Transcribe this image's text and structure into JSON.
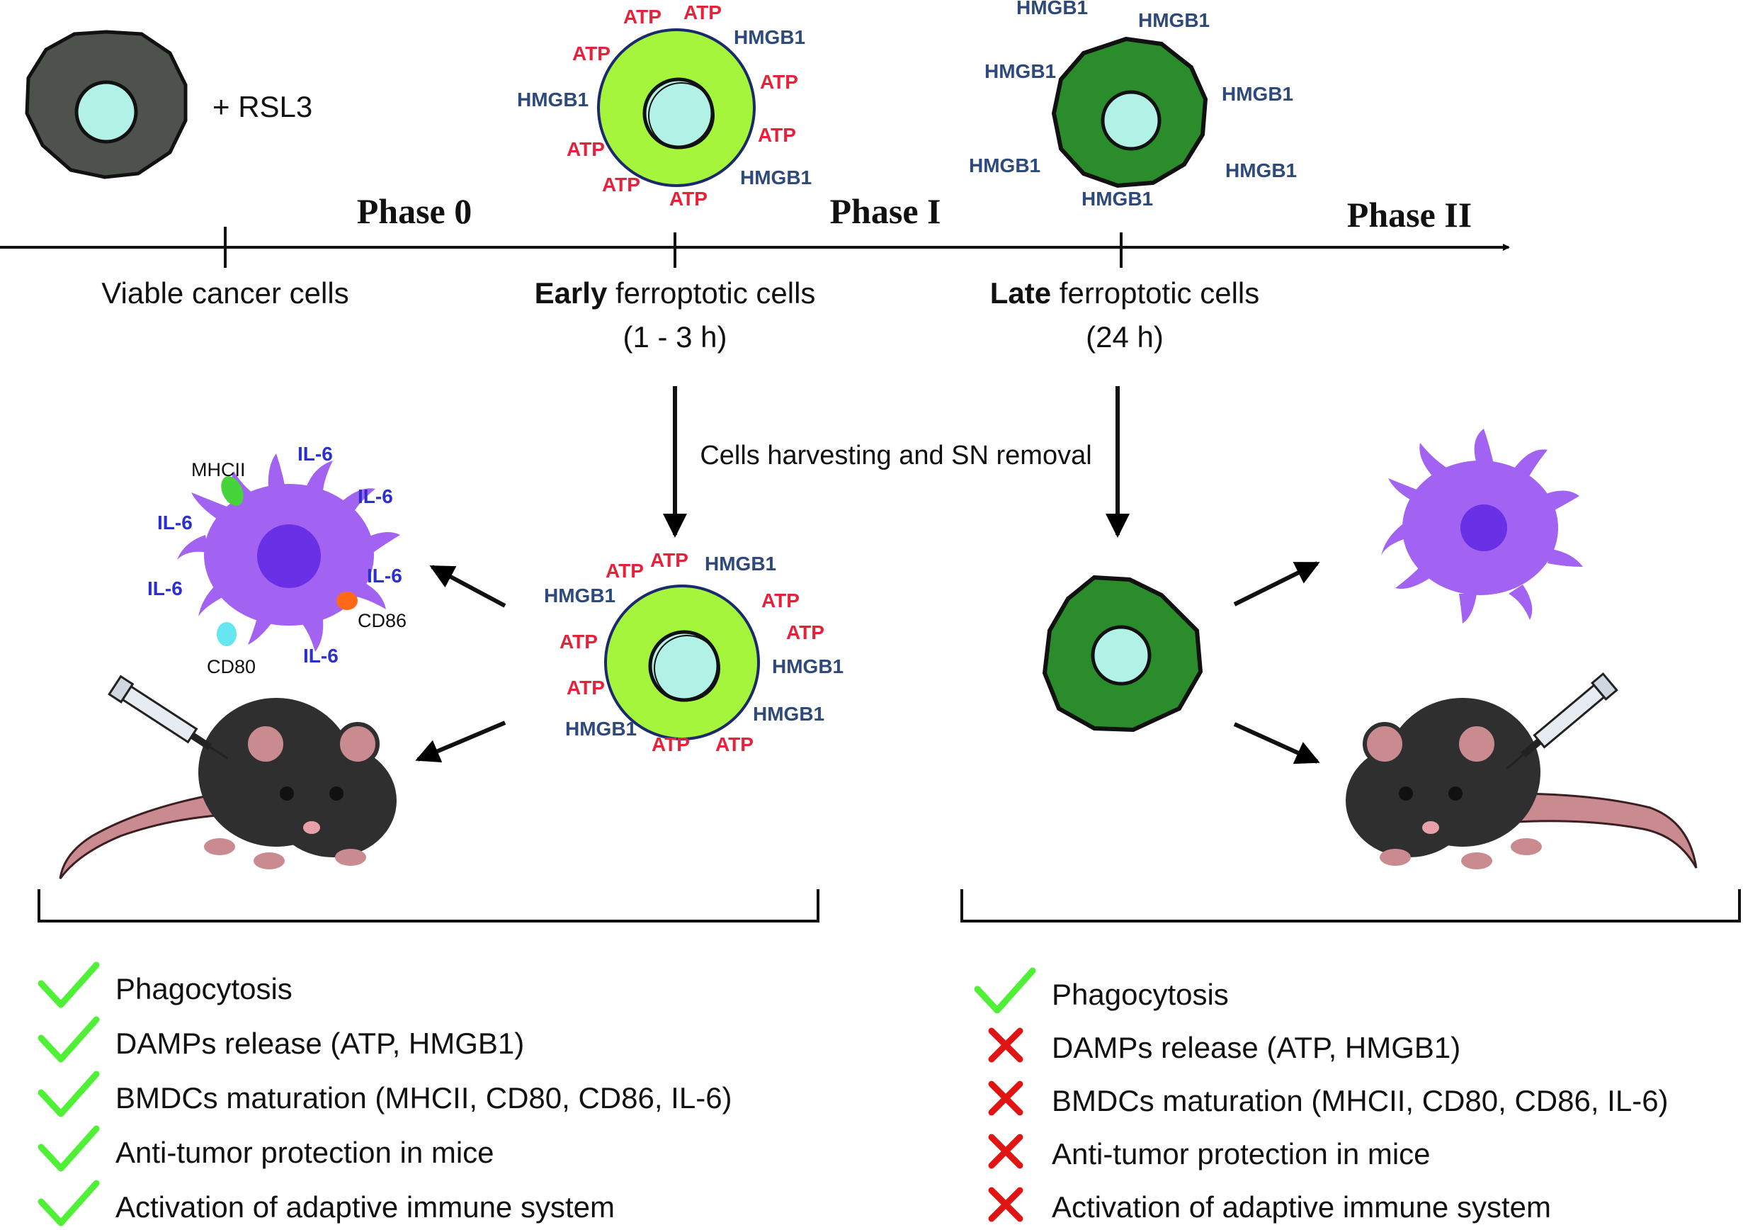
{
  "timeline": {
    "reagent": "+ RSL3",
    "phases": [
      "Phase 0",
      "Phase I",
      "Phase II"
    ],
    "stage0": "Viable cancer cells",
    "stage1_bold": "Early",
    "stage1_rest": " ferroptotic cells",
    "stage1_time": "(1 - 3 h)",
    "stage2_bold": "Late",
    "stage2_rest": " ferroptotic cells",
    "stage2_time": "(24 h)"
  },
  "middle": {
    "arrow_label": "Cells harvesting and SN removal"
  },
  "markers": {
    "atp": "ATP",
    "hmgb1": "HMGB1",
    "il6": "IL-6",
    "mhcii": "MHCII",
    "cd86": "CD86",
    "cd80": "CD80"
  },
  "outcomes": {
    "early": [
      {
        "text": "Phagocytosis",
        "ok": true
      },
      {
        "text": "DAMPs release (ATP, HMGB1)",
        "ok": true
      },
      {
        "text": "BMDCs maturation (MHCII, CD80, CD86, IL-6)",
        "ok": true
      },
      {
        "text": "Anti-tumor protection in mice",
        "ok": true
      },
      {
        "text": "Activation of adaptive immune system",
        "ok": true
      }
    ],
    "late": [
      {
        "text": "Phagocytosis",
        "ok": true
      },
      {
        "text": "DAMPs release (ATP, HMGB1)",
        "ok": false
      },
      {
        "text": "BMDCs maturation (MHCII, CD80, CD86, IL-6)",
        "ok": false
      },
      {
        "text": "Anti-tumor protection in mice",
        "ok": false
      },
      {
        "text": "Activation of adaptive immune system",
        "ok": false
      }
    ]
  },
  "colors": {
    "atp": "#e8213a",
    "hmgb1": "#2e4a7d",
    "il6": "#2a2fd0",
    "viable_cell": "#4d524d",
    "early_cell": "#a4f53c",
    "late_cell": "#2a8c2a",
    "nucleus": "#b2f2e6",
    "dc_cell": "#a262f2",
    "dc_nucleus": "#6a30e6",
    "check": "#4ff035",
    "cross": "#e11414",
    "mouse_body": "#2f2f2f",
    "mouse_pink": "#c98a90"
  }
}
